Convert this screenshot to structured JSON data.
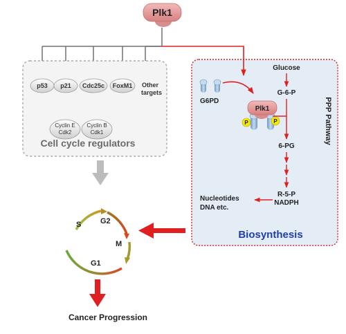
{
  "top_node": "Plk1",
  "regulators": [
    "p53",
    "p21",
    "Cdc25c",
    "FoxM1"
  ],
  "other_targets": [
    "Other",
    "targets"
  ],
  "cyclin_e": [
    "Cyclin E",
    "Cdk2"
  ],
  "cyclin_b": [
    "Cyclin B",
    "Cdk1"
  ],
  "cell_cycle_box_title": "Cell cycle regulators",
  "ppp": {
    "vertical_title": "PPP Pathway",
    "g6pd_label": "G6PD",
    "complex_label": "Plk1",
    "phospho_label": "P",
    "steps": [
      "Glucose",
      "G-6-P",
      "6-PG",
      "R-5-P",
      "NADPH"
    ],
    "products": [
      "Nucleotides",
      "DNA etc."
    ],
    "box_title": "Biosynthesis"
  },
  "cycle_phases": [
    "S",
    "G2",
    "M",
    "G1"
  ],
  "outcome": "Cancer Progression",
  "colors": {
    "plk1_fill": "#e39a9a",
    "red_arrow": "#e02020",
    "gray_line": "#707070",
    "gray_box_bg": "#f4f4f4",
    "blue_box_bg": "#e4ecf6",
    "biosynthesis_text": "#1f3fa8",
    "phospho_yellow": "#f3e800",
    "g6pd_blue": "#a9c7e3"
  }
}
